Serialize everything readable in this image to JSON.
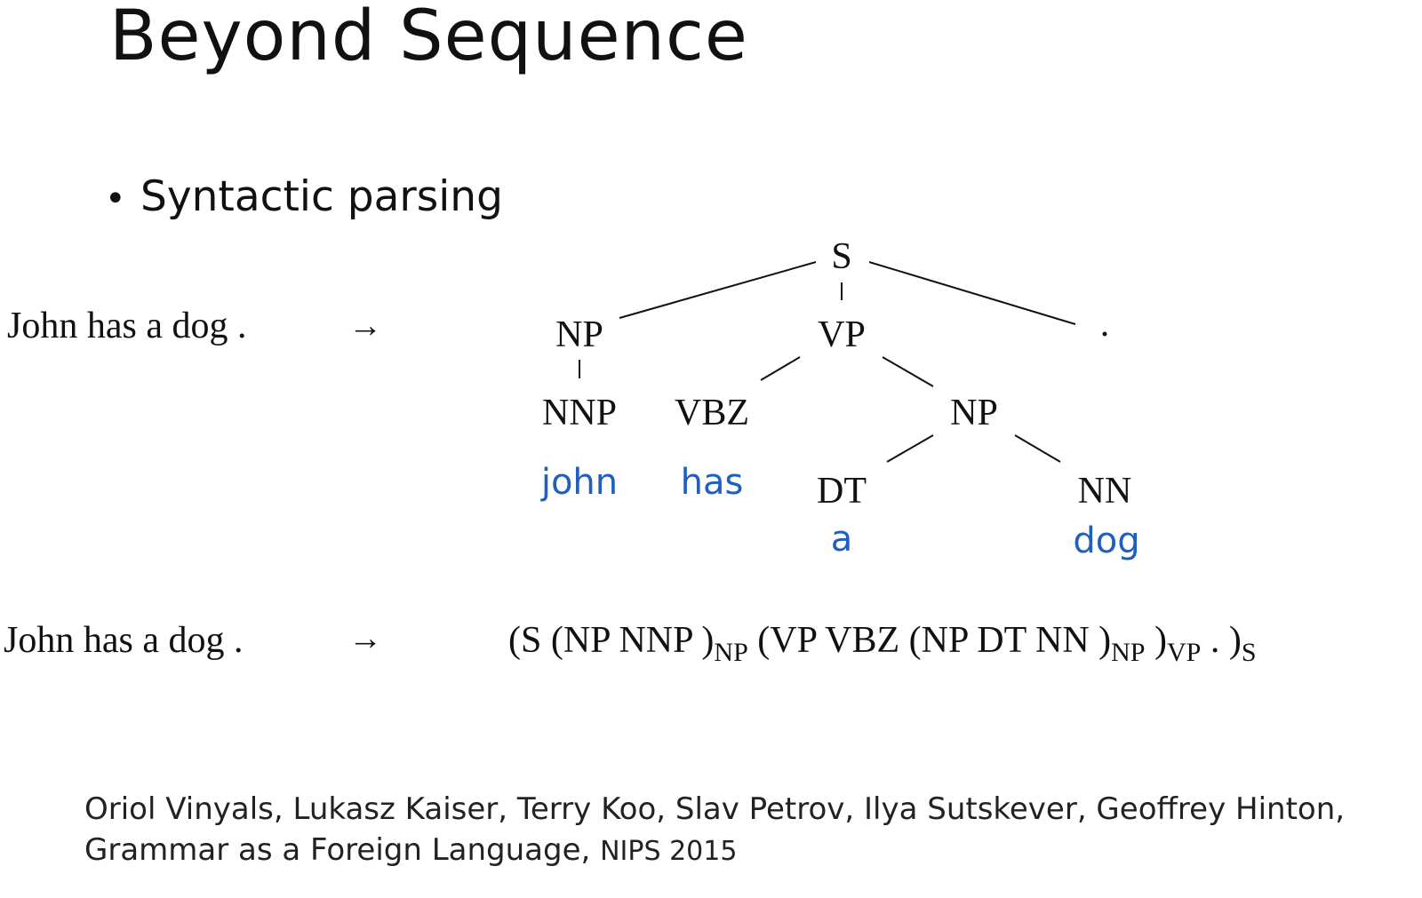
{
  "slide": {
    "title": "Beyond Sequence",
    "bullet": "Syntactic parsing"
  },
  "example": {
    "sentence": "John has a dog .",
    "arrow": "→",
    "tree": {
      "root": "S",
      "np1": "NP",
      "vp": "VP",
      "period": ".",
      "nnp": "NNP",
      "vbz": "VBZ",
      "np2": "NP",
      "dt": "DT",
      "nn": "NN",
      "word_john": "john",
      "word_has": "has",
      "word_a": "a",
      "word_dog": "dog"
    },
    "linearized": {
      "p1": "(S (NP NNP )",
      "s1": "NP",
      "p2": " (VP VBZ (NP DT NN )",
      "s2": "NP",
      "p3": " )",
      "s3": "VP",
      "p4": " . )",
      "s4": "S"
    }
  },
  "citation": {
    "authors": "Oriol Vinyals, Lukasz Kaiser, Terry Koo, Slav Petrov, Ilya Sutskever, Geoffrey Hinton,",
    "paper": "Grammar as a Foreign Language, ",
    "venue": "NIPS 2015"
  },
  "colors": {
    "text": "#111111",
    "leaf_word": "#1f5fbf"
  }
}
